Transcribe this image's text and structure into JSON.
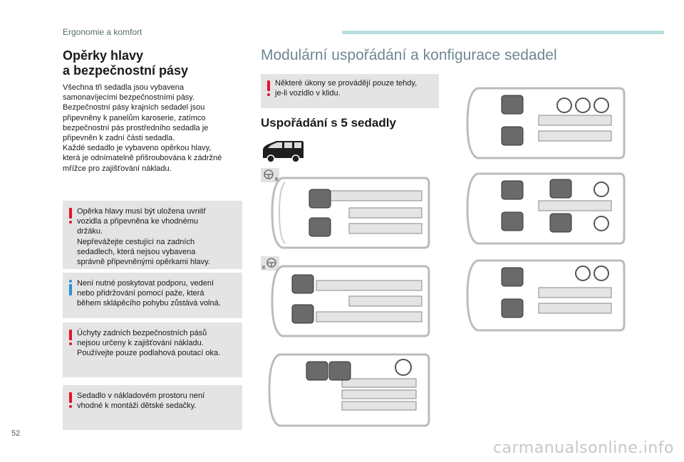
{
  "header": {
    "section": "Ergonomie a komfort"
  },
  "left": {
    "title_line1": "Opěrky hlavy",
    "title_line2": "a bezpečnostní pásy",
    "body": [
      "Všechna tři sedadla jsou vybavena",
      "samonavíjecími bezpečnostními pásy.",
      "Bezpečnostní pásy krajních sedadel jsou",
      "připevněny k panelům karoserie, zatímco",
      "bezpečnostní pás prostředního sedadla je",
      "připevněn k zadní části sedadla.",
      "Každé sedadlo je vybaveno opěrkou hlavy,",
      "která je odnímatelně přišroubována k zádržné",
      "mřížce pro zajišťování nákladu."
    ],
    "notes": [
      {
        "type": "warning",
        "lines": [
          "Opěrka hlavy musí být uložena uvnitř",
          "vozidla a připevněna ke vhodnému",
          "držáku.",
          "Nepřevážejte cestující na zadních",
          "sedadlech, která nejsou vybavena",
          "správně připevněnými opěrkami hlavy."
        ]
      },
      {
        "type": "info",
        "lines": [
          "Není nutné poskytovat podporu, vedení",
          "nebo přidržování pomocí paže, která",
          "během sklápěcího pohybu zůstává volná."
        ]
      },
      {
        "type": "warning",
        "lines": [
          "Úchyty zadních bezpečnostních pásů",
          "nejsou určeny k zajišťování nákladu.",
          "Používejte pouze podlahová poutací oka."
        ]
      },
      {
        "type": "warning",
        "lines": [
          "Sedadlo v nákladovém prostoru není",
          "vhodné k montáži dětské sedačky."
        ]
      }
    ]
  },
  "right": {
    "title": "Modulární uspořádání a konfigurace sedadel",
    "note": {
      "type": "warning",
      "lines": [
        "Některé úkony se provádějí pouze tehdy,",
        "je-li vozidlo v klidu."
      ]
    },
    "subtitle": "Uspořádání s 5 sedadly"
  },
  "icons": {
    "van": "van-side-icon",
    "steering_lhd": "steering-wheel-icon",
    "steering_rhd": "steering-wheel-icon",
    "warning": "exclamation-icon",
    "info": "info-icon",
    "seat": "seat-icon",
    "wheel": "spare-wheel-icon"
  },
  "colors": {
    "warning": "#e5142b",
    "info": "#2a8fd8",
    "heading_accent": "#6f8791",
    "rule": "#b9dfe0",
    "note_bg": "#e4e4e4"
  },
  "footer": {
    "page": "52",
    "watermark": "carmanualsonline.info"
  }
}
